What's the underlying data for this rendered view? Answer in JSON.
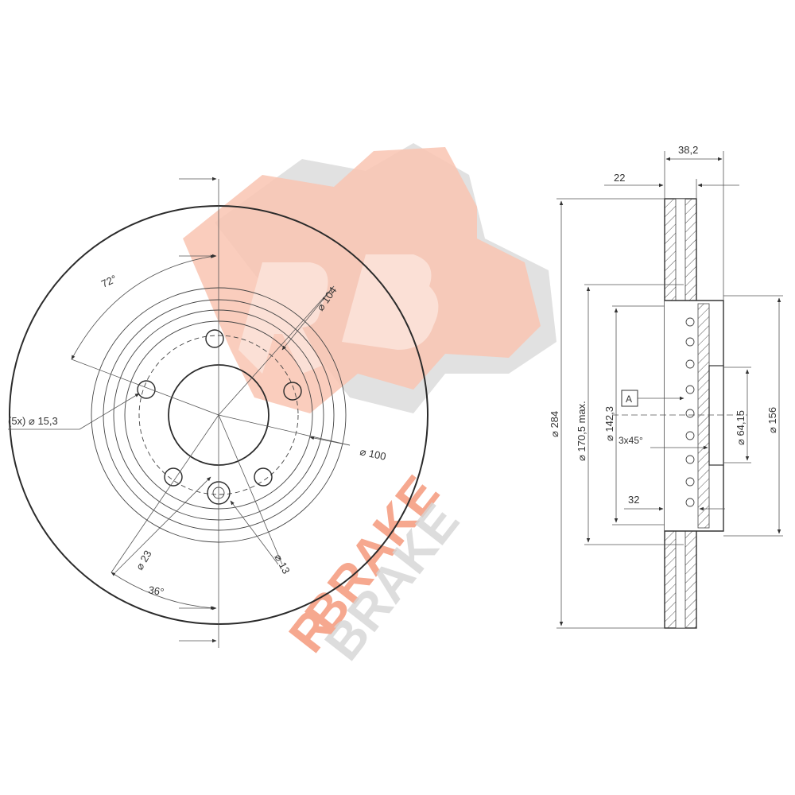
{
  "watermark": {
    "logo_letters": "R",
    "brand_text": "BRAKE",
    "brand_color": "#f6a88f",
    "shadow_color": "#d9d9d9"
  },
  "front_view": {
    "bolt_holes_label": "(5x) ⌀ 15,3",
    "angle_72": "72°",
    "diameter_104": "⌀ 104",
    "diameter_100": "⌀ 100",
    "diameter_23": "⌀ 23",
    "diameter_13": "⌀ 13",
    "angle_36": "36°"
  },
  "side_view": {
    "width_38": "38,2",
    "width_22": "22",
    "diameter_284": "⌀ 284",
    "diameter_170": "⌀ 170,5 max.",
    "diameter_142": "⌀ 142,3",
    "datum": "A",
    "chamfer": "3x45°",
    "depth_32": "32",
    "diameter_64": "⌀ 64,15",
    "diameter_156": "⌀ 156"
  },
  "colors": {
    "line": "#2b2b2b",
    "accent": "#f6a88f"
  }
}
